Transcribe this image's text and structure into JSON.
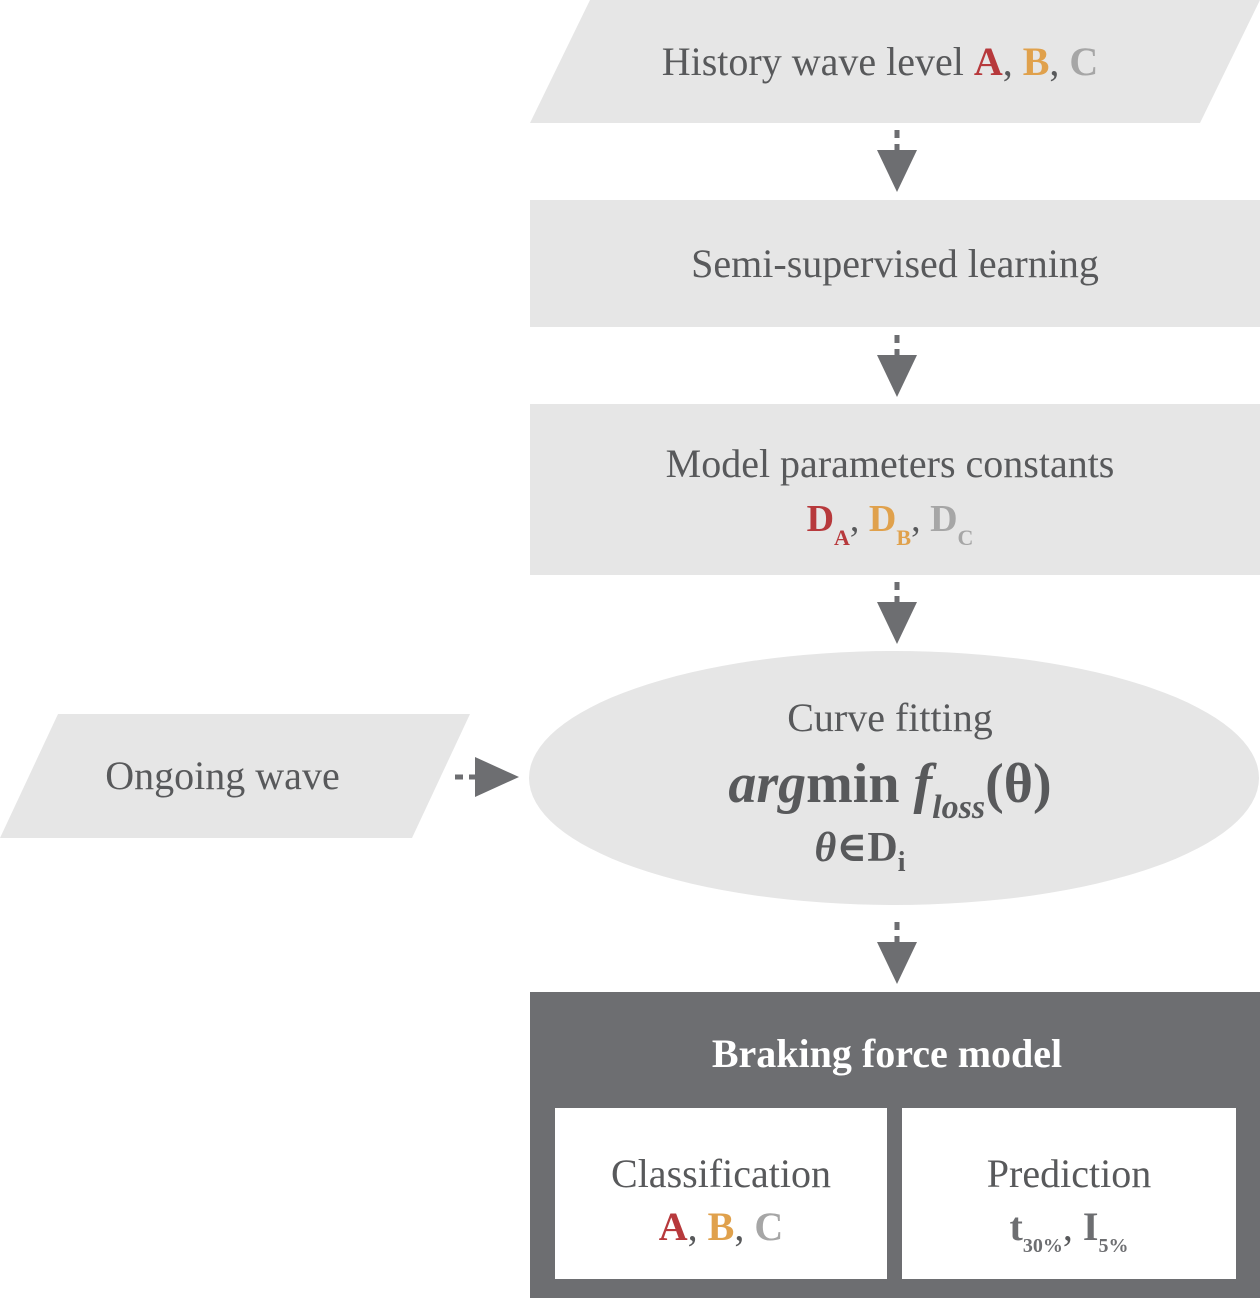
{
  "nodes": {
    "history": {
      "prefix": "History wave level ",
      "a": "A",
      "b": "B",
      "c": "C",
      "sep1": ", ",
      "sep2": ", "
    },
    "semi": {
      "label": "Semi-supervised learning"
    },
    "params": {
      "title": "Model parameters constants",
      "d": "D",
      "sub_a": "A",
      "sub_b": "B",
      "sub_c": "C",
      "sep1": ", ",
      "sep2": ", "
    },
    "ongoing": {
      "label": "Ongoing wave"
    },
    "curve": {
      "title": "Curve fitting",
      "arg": "arg",
      "min": "min",
      "f": "f",
      "loss": "loss",
      "theta_paren": "(θ)",
      "constraint_theta": "θ∈",
      "constraint_d": "D",
      "constraint_i": "i"
    },
    "braking": {
      "title": "Braking force model",
      "classification": {
        "title": "Classification",
        "a": "A",
        "b": "B",
        "c": "C",
        "sep1": ", ",
        "sep2": ", "
      },
      "prediction": {
        "title": "Prediction",
        "t": "t",
        "t_sub": "30%",
        "sep": ", ",
        "i": "I",
        "i_sub": "5%"
      }
    }
  },
  "colors": {
    "box_fill": "#e6e6e6",
    "text": "#58595b",
    "arrow": "#6d6e71",
    "panel": "#6d6e71",
    "level_a": "#b7393c",
    "level_b": "#e0a14c",
    "level_c": "#a6a6a6"
  }
}
